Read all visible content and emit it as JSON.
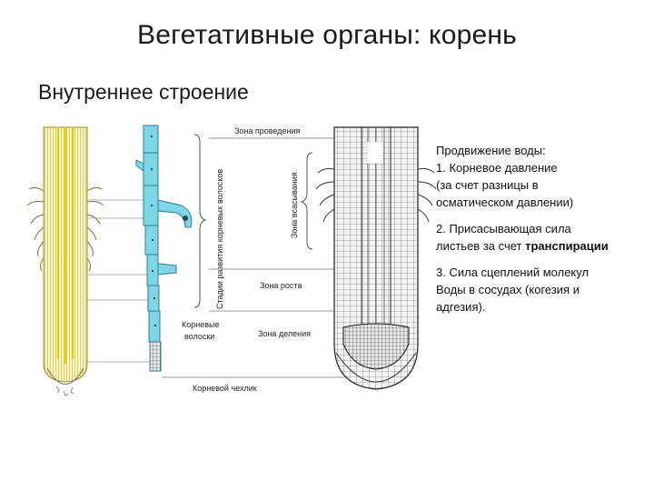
{
  "title": "Вегетативные органы: корень",
  "subtitle": "Внутреннее строение",
  "diagram": {
    "labels": {
      "conduction_zone": "Зона проведения",
      "absorption_zone": "Зона всасывания",
      "root_hair_stages": "Стадии развития корневых волосков",
      "growth_zone": "Зона роста",
      "division_zone": "Зона деления",
      "root_hairs_line1": "Корневые",
      "root_hairs_line2": "волоски",
      "root_cap": "Корневой чехлик"
    }
  },
  "text": {
    "heading": "Продвижение воды:",
    "item1_line1": "1.  Корневое давление",
    "item1_line2": "(за счет разницы в",
    "item1_line3": "осматическом давлении)",
    "item2_line1": "2. Присасывающая сила",
    "item2_line2_prefix": "листьев за счет ",
    "item2_line2_bold": "транспирации",
    "item3_line1": "3. Сила сцеплений молекул",
    "item3_line2": "Воды в сосудах (когезия и",
    "item3_line3": "адгезия)."
  },
  "colors": {
    "root_yellow": "#f1e066",
    "root_cyan": "#7fd6e6",
    "hair_teal": "#3e9eb0",
    "line_gray": "#666666"
  }
}
